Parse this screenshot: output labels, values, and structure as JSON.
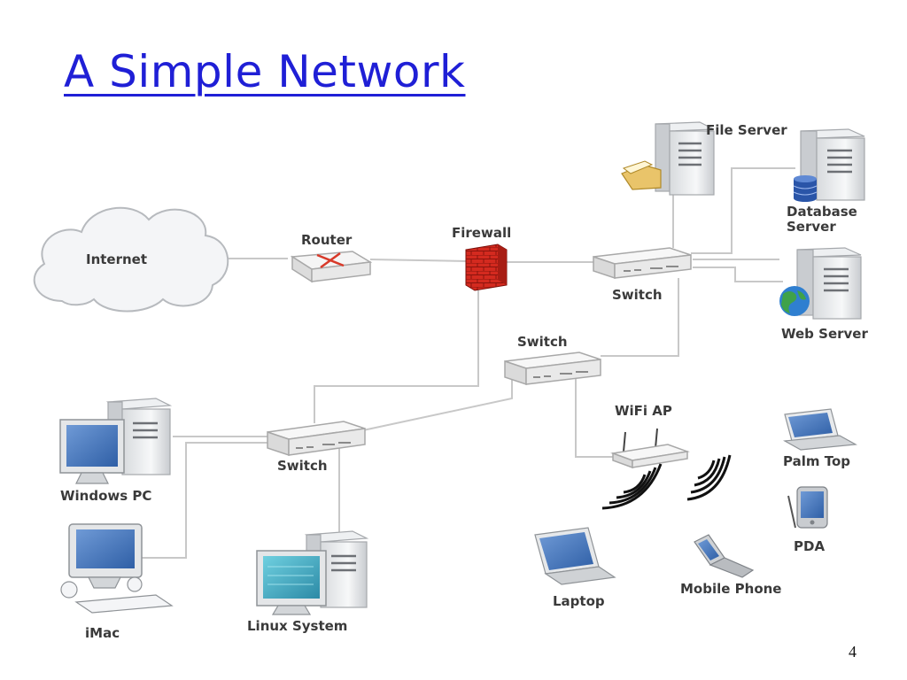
{
  "title": "A Simple Network",
  "page_number": "4",
  "nodes": {
    "internet": "Internet",
    "router": "Router",
    "firewall": "Firewall",
    "switch_main": "Switch",
    "switch_mid": "Switch",
    "switch_left": "Switch",
    "file_server": "File Server",
    "database_server_line1": "Database",
    "database_server_line2": "Server",
    "web_server": "Web Server",
    "wifi_ap": "WiFi AP",
    "palm_top": "Palm Top",
    "pda": "PDA",
    "mobile_phone": "Mobile Phone",
    "laptop": "Laptop",
    "windows_pc": "Windows PC",
    "imac": "iMac",
    "linux_system": "Linux System"
  },
  "colors": {
    "title": "#1f1fd6",
    "links": "#c8c8c8",
    "firewall_brick": "#d42a1f",
    "monitor_screen": "#4a7cc4"
  }
}
